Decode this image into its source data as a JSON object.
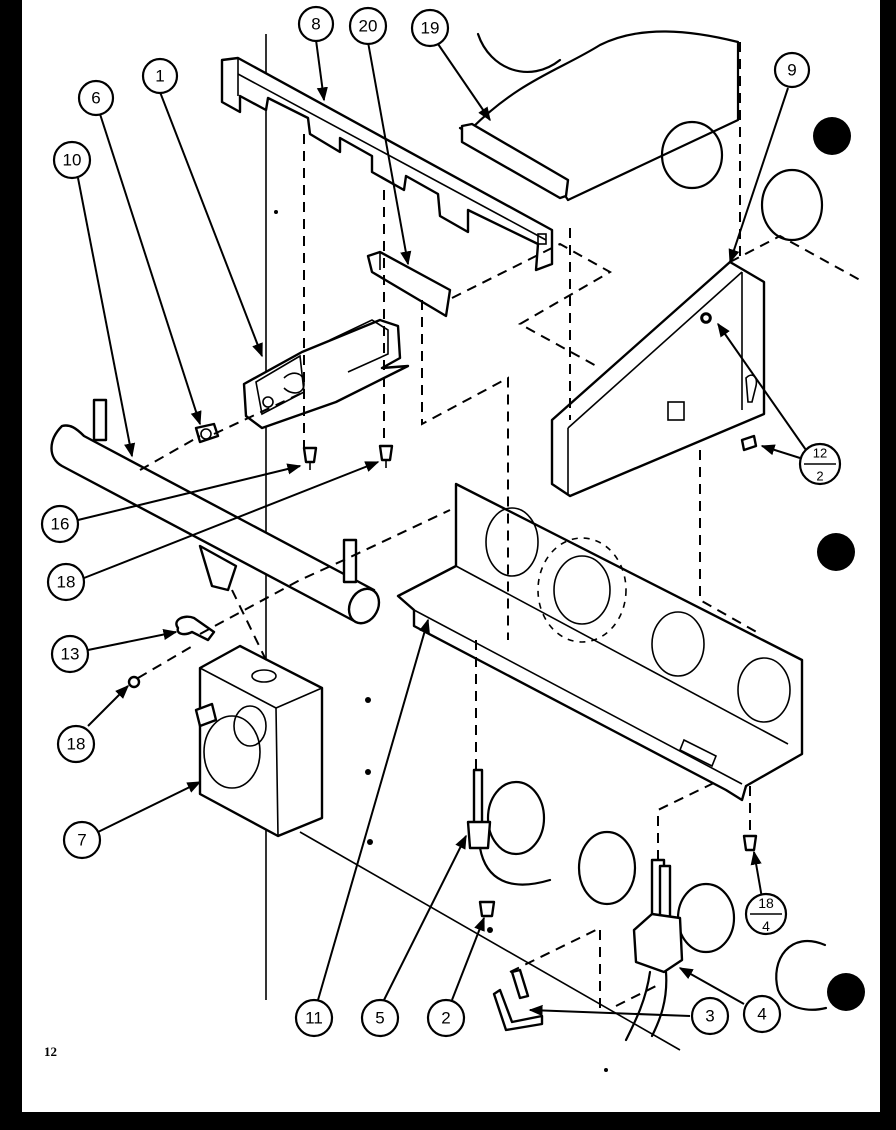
{
  "page_number": "12",
  "callouts": {
    "c1": "1",
    "c2": "2",
    "c3": "3",
    "c4": "4",
    "c5": "5",
    "c6": "6",
    "c7": "7",
    "c8": "8",
    "c9": "9",
    "c10": "10",
    "c11": "11",
    "c13": "13",
    "c16": "16",
    "c18a": "18",
    "c18b": "18",
    "c19": "19",
    "c20": "20",
    "c18_4_top": "18",
    "c18_4_bottom": "4",
    "c12_2_top": "12",
    "c12_2_bottom": "2"
  }
}
